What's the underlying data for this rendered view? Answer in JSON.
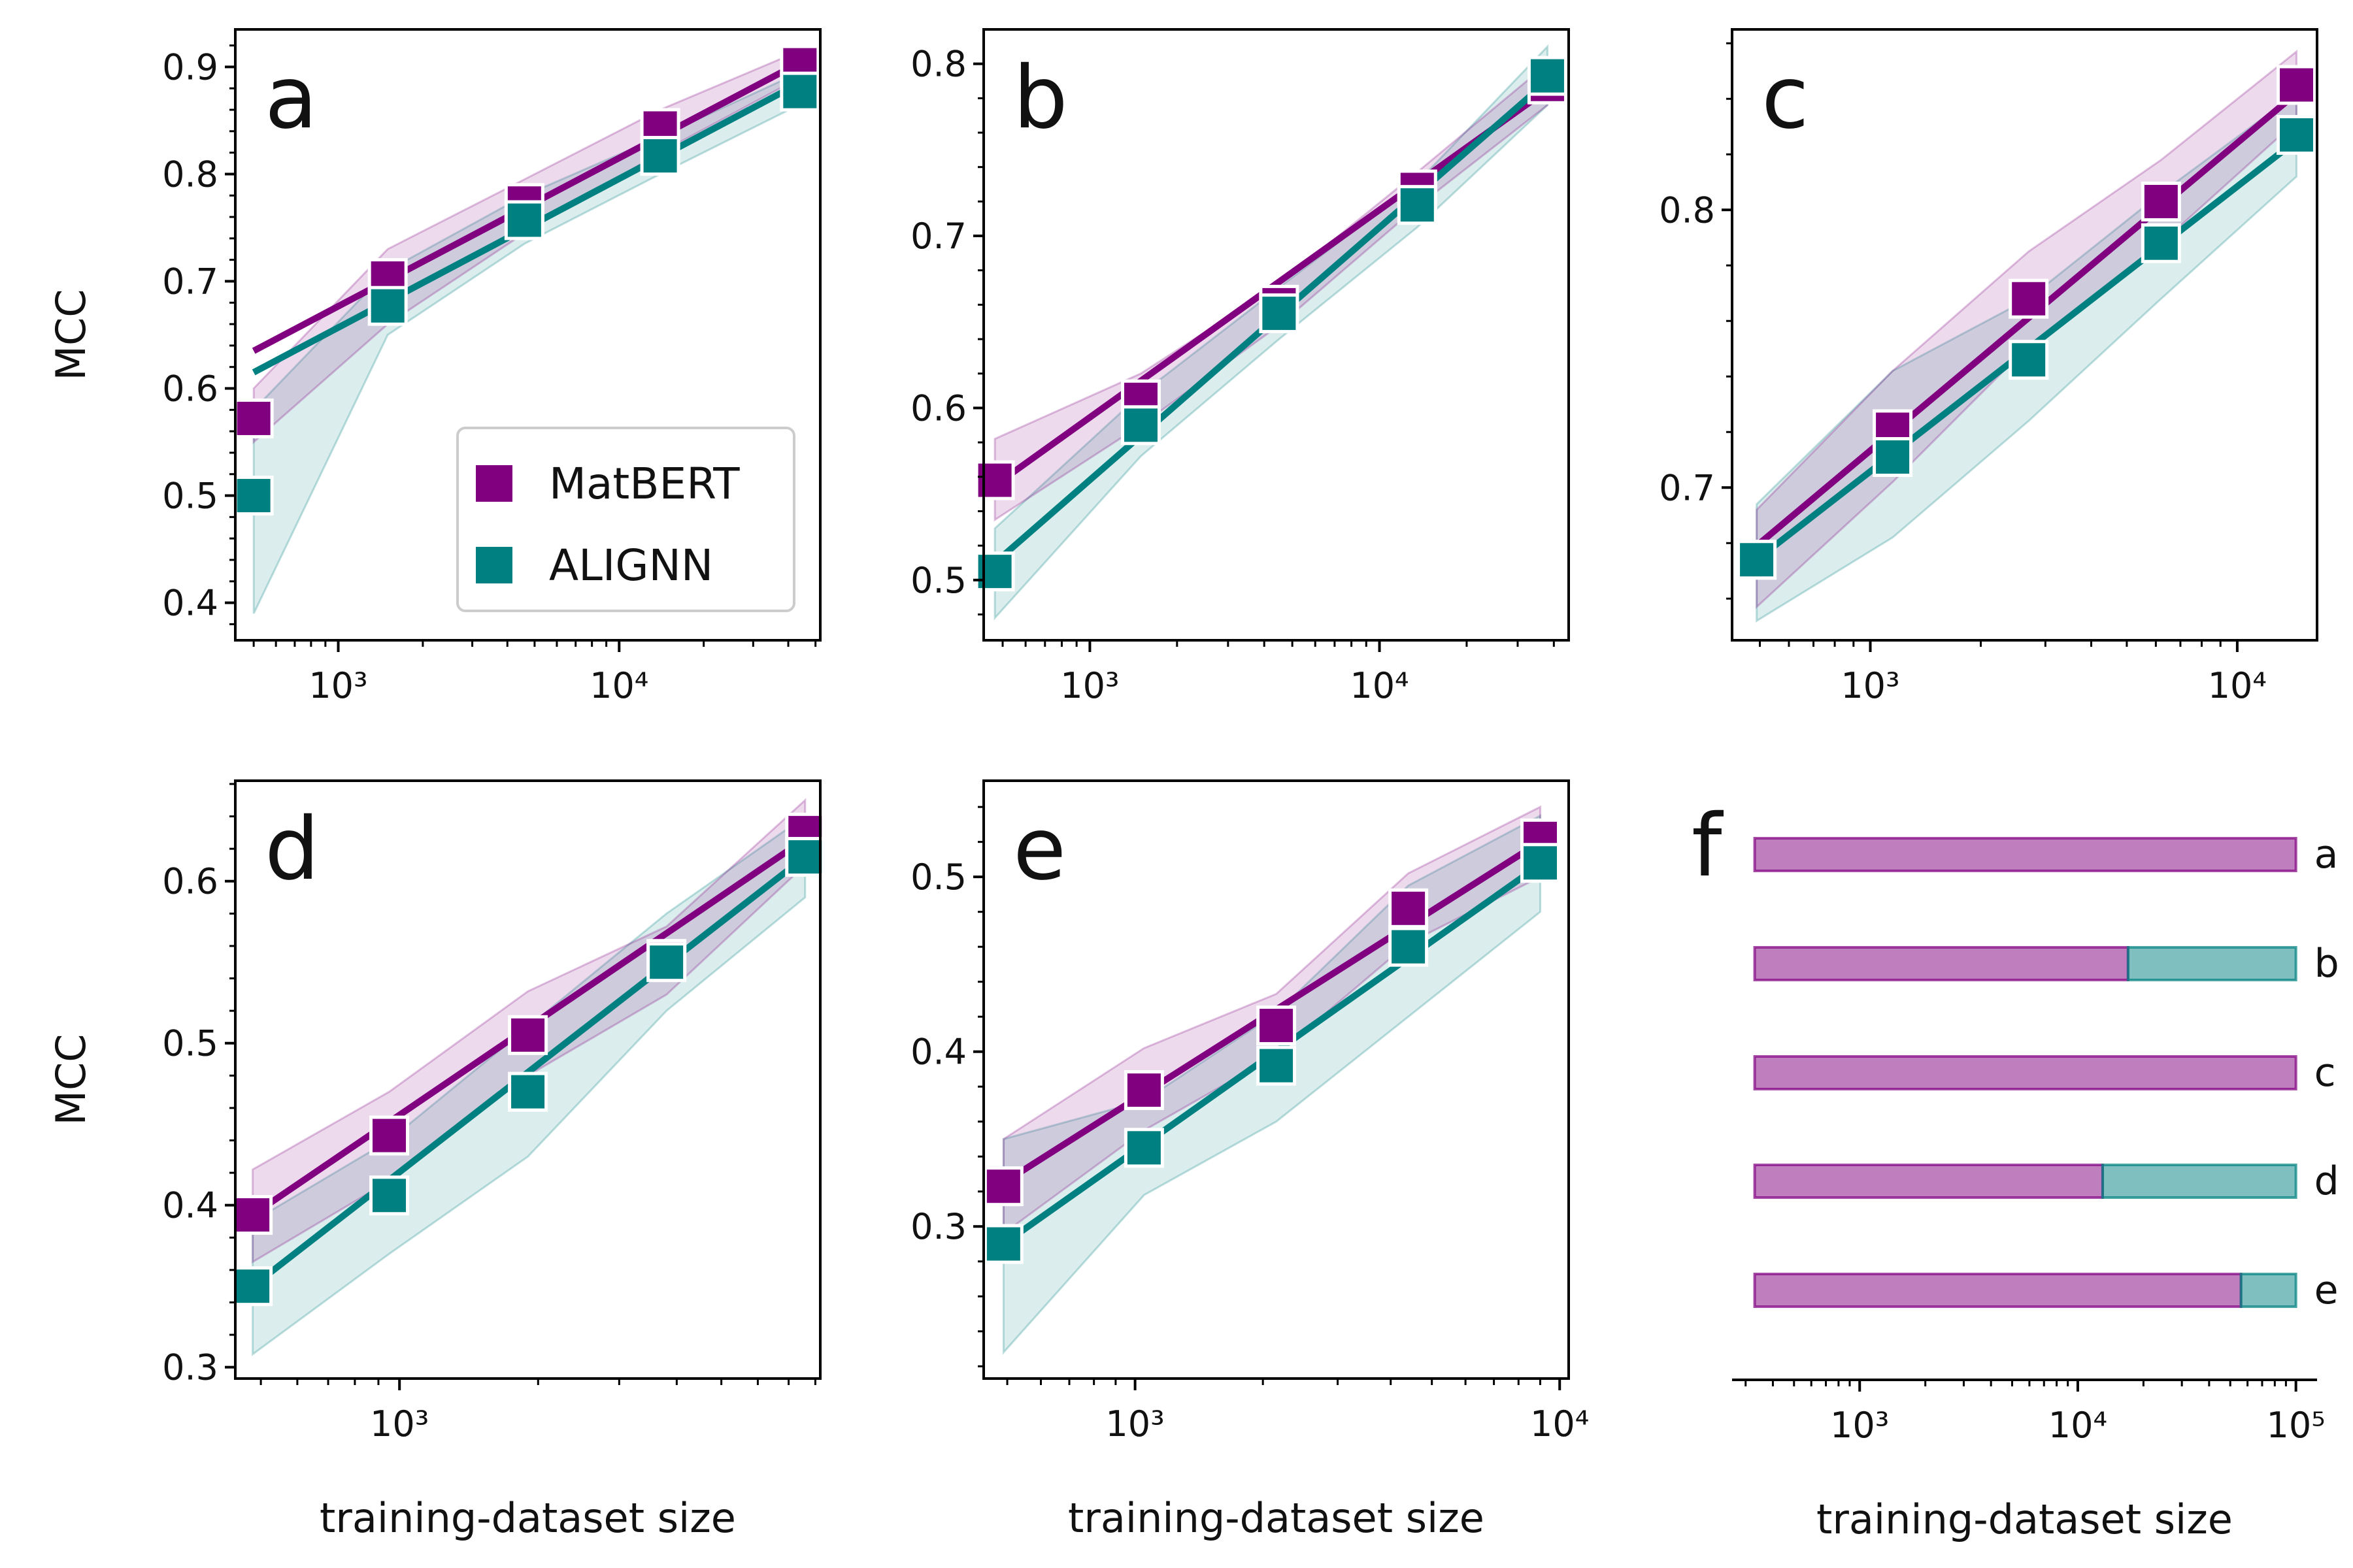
{
  "chart_data": {
    "type": "line",
    "series_names": [
      "MatBERT",
      "ALIGNN"
    ],
    "colors": {
      "MatBERT": "#800080",
      "ALIGNN": "#008080"
    },
    "xscale": "log",
    "panels": [
      {
        "letter": "a",
        "ylabel": "MCC",
        "xlabel": "",
        "xlim": [
          430,
          52000
        ],
        "ylim": [
          0.365,
          0.935
        ],
        "xticks": [
          {
            "v": 1000,
            "label": "10³"
          },
          {
            "v": 10000,
            "label": "10⁴"
          }
        ],
        "yticks": [
          {
            "v": 0.4,
            "label": "0.4"
          },
          {
            "v": 0.5,
            "label": "0.5"
          },
          {
            "v": 0.6,
            "label": "0.6"
          },
          {
            "v": 0.7,
            "label": "0.7"
          },
          {
            "v": 0.8,
            "label": "0.8"
          },
          {
            "v": 0.9,
            "label": "0.9"
          }
        ],
        "legend": "lower-right",
        "series": [
          {
            "name": "MatBERT",
            "x": [
              500,
              1500,
              4600,
              14000,
              44000
            ],
            "y": [
              0.572,
              0.703,
              0.773,
              0.843,
              0.902
            ],
            "fit": [
              0.635,
              0.904
            ],
            "band": [
              [
                0.55,
                0.6
              ],
              [
                0.66,
                0.73
              ],
              [
                0.745,
                0.795
              ],
              [
                0.82,
                0.86
              ],
              [
                0.89,
                0.915
              ]
            ]
          },
          {
            "name": "ALIGNN",
            "x": [
              500,
              1500,
              4600,
              14000,
              44000
            ],
            "y": [
              0.5,
              0.677,
              0.757,
              0.817,
              0.877
            ],
            "fit": [
              0.615,
              0.885
            ],
            "band": [
              [
                0.39,
                0.58
              ],
              [
                0.65,
                0.71
              ],
              [
                0.735,
                0.78
              ],
              [
                0.8,
                0.835
              ],
              [
                0.865,
                0.895
              ]
            ]
          }
        ]
      },
      {
        "letter": "b",
        "ylabel": "",
        "xlabel": "",
        "xlim": [
          430,
          45000
        ],
        "ylim": [
          0.465,
          0.82
        ],
        "xticks": [
          {
            "v": 1000,
            "label": "10³"
          },
          {
            "v": 10000,
            "label": "10⁴"
          }
        ],
        "yticks": [
          {
            "v": 0.5,
            "label": "0.5"
          },
          {
            "v": 0.6,
            "label": "0.6"
          },
          {
            "v": 0.7,
            "label": "0.7"
          },
          {
            "v": 0.8,
            "label": "0.8"
          }
        ],
        "series": [
          {
            "name": "MatBERT",
            "x": [
              470,
              1500,
              4500,
              13500,
              38000
            ],
            "y": [
              0.558,
              0.605,
              0.66,
              0.727,
              0.788
            ],
            "fit": [
              0.555,
              0.785
            ],
            "band": [
              [
                0.535,
                0.582
              ],
              [
                0.59,
                0.62
              ],
              [
                0.648,
                0.672
              ],
              [
                0.717,
                0.737
              ],
              [
                0.776,
                0.8
              ]
            ]
          },
          {
            "name": "ALIGNN",
            "x": [
              470,
              1500,
              4500,
              13500,
              38000
            ],
            "y": [
              0.505,
              0.59,
              0.655,
              0.718,
              0.793
            ],
            "fit": [
              0.51,
              0.79
            ],
            "band": [
              [
                0.478,
                0.53
              ],
              [
                0.572,
                0.608
              ],
              [
                0.64,
                0.67
              ],
              [
                0.705,
                0.731
              ],
              [
                0.776,
                0.81
              ]
            ]
          }
        ]
      },
      {
        "letter": "c",
        "ylabel": "",
        "xlabel": "",
        "xlim": [
          420,
          16500
        ],
        "ylim": [
          0.645,
          0.865
        ],
        "xticks": [
          {
            "v": 1000,
            "label": "10³"
          },
          {
            "v": 10000,
            "label": "10⁴"
          }
        ],
        "yticks": [
          {
            "v": 0.7,
            "label": "0.7"
          },
          {
            "v": 0.8,
            "label": "0.8"
          }
        ],
        "series": [
          {
            "name": "MatBERT",
            "x": [
              490,
              1150,
              2700,
              6200,
              14500
            ],
            "y": [
              0.674,
              0.721,
              0.768,
              0.803,
              0.845
            ],
            "fit": [
              0.679,
              0.842
            ],
            "band": [
              [
                0.657,
                0.692
              ],
              [
                0.702,
                0.742
              ],
              [
                0.751,
                0.785
              ],
              [
                0.788,
                0.818
              ],
              [
                0.832,
                0.857
              ]
            ]
          },
          {
            "name": "ALIGNN",
            "x": [
              490,
              1150,
              2700,
              6200,
              14500
            ],
            "y": [
              0.674,
              0.711,
              0.746,
              0.788,
              0.827
            ],
            "fit": [
              0.674,
              0.825
            ],
            "band": [
              [
                0.652,
                0.694
              ],
              [
                0.682,
                0.742
              ],
              [
                0.724,
                0.768
              ],
              [
                0.768,
                0.806
              ],
              [
                0.812,
                0.842
              ]
            ]
          }
        ]
      },
      {
        "letter": "d",
        "ylabel": "MCC",
        "xlabel": "training-dataset size",
        "xlim": [
          440,
          8200
        ],
        "ylim": [
          0.293,
          0.662
        ],
        "xticks": [
          {
            "v": 1000,
            "label": "10³"
          }
        ],
        "yticks": [
          {
            "v": 0.3,
            "label": "0.3"
          },
          {
            "v": 0.4,
            "label": "0.4"
          },
          {
            "v": 0.5,
            "label": "0.5"
          },
          {
            "v": 0.6,
            "label": "0.6"
          }
        ],
        "series": [
          {
            "name": "MatBERT",
            "x": [
              480,
              950,
              1900,
              3800,
              7600
            ],
            "y": [
              0.394,
              0.443,
              0.505,
              0.552,
              0.63
            ],
            "fit": [
              0.394,
              0.626
            ],
            "band": [
              [
                0.365,
                0.422
              ],
              [
                0.415,
                0.47
              ],
              [
                0.48,
                0.532
              ],
              [
                0.53,
                0.572
              ],
              [
                0.61,
                0.65
              ]
            ]
          },
          {
            "name": "ALIGNN",
            "x": [
              480,
              950,
              1900,
              3800,
              7600
            ],
            "y": [
              0.35,
              0.406,
              0.47,
              0.55,
              0.615
            ],
            "fit": [
              0.35,
              0.615
            ],
            "band": [
              [
                0.308,
                0.39
              ],
              [
                0.37,
                0.44
              ],
              [
                0.43,
                0.51
              ],
              [
                0.52,
                0.58
              ],
              [
                0.59,
                0.64
              ]
            ]
          }
        ]
      },
      {
        "letter": "e",
        "ylabel": "",
        "xlabel": "training-dataset size",
        "xlim": [
          440,
          10500
        ],
        "ylim": [
          0.213,
          0.555
        ],
        "xticks": [
          {
            "v": 1000,
            "label": "10³"
          },
          {
            "v": 10000,
            "label": "10⁴"
          }
        ],
        "yticks": [
          {
            "v": 0.3,
            "label": "0.3"
          },
          {
            "v": 0.4,
            "label": "0.4"
          },
          {
            "v": 0.5,
            "label": "0.5"
          }
        ],
        "series": [
          {
            "name": "MatBERT",
            "x": [
              490,
              1050,
              2150,
              4400,
              9000
            ],
            "y": [
              0.323,
              0.378,
              0.415,
              0.482,
              0.522
            ],
            "fit": [
              0.325,
              0.52
            ],
            "band": [
              [
                0.296,
                0.35
              ],
              [
                0.355,
                0.402
              ],
              [
                0.398,
                0.433
              ],
              [
                0.462,
                0.502
              ],
              [
                0.5,
                0.54
              ]
            ]
          },
          {
            "name": "ALIGNN",
            "x": [
              490,
              1050,
              2150,
              4400,
              9000
            ],
            "y": [
              0.29,
              0.345,
              0.392,
              0.46,
              0.508
            ],
            "fit": [
              0.29,
              0.507
            ],
            "band": [
              [
                0.228,
                0.35
              ],
              [
                0.318,
                0.372
              ],
              [
                0.36,
                0.422
              ],
              [
                0.42,
                0.495
              ],
              [
                0.48,
                0.535
              ]
            ]
          }
        ]
      }
    ],
    "bar_panel": {
      "letter": "f",
      "type": "bar",
      "xlabel": "training-dataset size",
      "xlim": [
        260,
        125000
      ],
      "xticks": [
        {
          "v": 1000,
          "label": "10³"
        },
        {
          "v": 10000,
          "label": "10⁴"
        },
        {
          "v": 100000,
          "label": "10⁵"
        }
      ],
      "bar_start": 330,
      "bar_end": 100000,
      "rows": [
        {
          "label": "a",
          "crossover": null
        },
        {
          "label": "b",
          "crossover": 17000
        },
        {
          "label": "c",
          "crossover": null
        },
        {
          "label": "d",
          "crossover": 13000
        },
        {
          "label": "e",
          "crossover": 56000
        }
      ]
    }
  }
}
